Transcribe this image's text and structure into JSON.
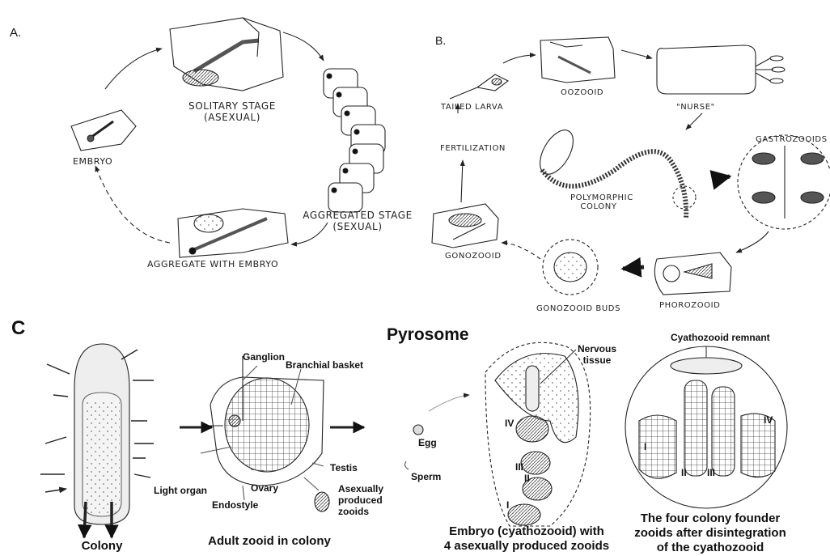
{
  "panels": {
    "a": "A.",
    "b": "B.",
    "c": "C"
  },
  "panel_a": {
    "solitary_line1": "SOLITARY STAGE",
    "solitary_line2": "(ASEXUAL)",
    "embryo": "EMBRYO",
    "aggregated_line1": "AGGREGATED STAGE",
    "aggregated_line2": "(SEXUAL)",
    "aggregate_with_embryo": "AGGREGATE WITH EMBRYO"
  },
  "panel_b": {
    "tailed_larva": "TAILED LARVA",
    "oozooid": "OOZOOID",
    "nurse": "\"NURSE\"",
    "gastrozooids": "GASTROZOOIDS",
    "fertilization": "FERTILIZATION",
    "polymorphic_line1": "POLYMORPHIC",
    "polymorphic_line2": "COLONY",
    "gonozooid": "GONOZOOID",
    "gonozooid_buds": "GONOZOOID BUDS",
    "phorozooid": "PHOROZOOID"
  },
  "panel_c": {
    "title": "Pyrosome",
    "colony": "Colony",
    "ganglion": "Ganglion",
    "branchial_basket": "Branchial basket",
    "light_organ": "Light organ",
    "ovary": "Ovary",
    "endostyle": "Endostyle",
    "testis": "Testis",
    "asexual_line1": "Asexually",
    "asexual_line2": "produced",
    "asexual_line3": "zooids",
    "adult_caption": "Adult zooid in colony",
    "egg": "Egg",
    "sperm": "Sperm",
    "nervous_line1": "Nervous",
    "nervous_line2": "tissue",
    "numeral_1": "I",
    "numeral_2": "II",
    "numeral_3": "III",
    "numeral_4": "IV",
    "embryo_cap_line1": "Embryo (cyathozooid) with",
    "embryo_cap_line2": "4 asexually produced zooids",
    "remnant": "Cyathozooid remnant",
    "founders_line1": "The four colony founder",
    "founders_line2": "zooids after disintegration",
    "founders_line3": "of the cyathozooid"
  }
}
